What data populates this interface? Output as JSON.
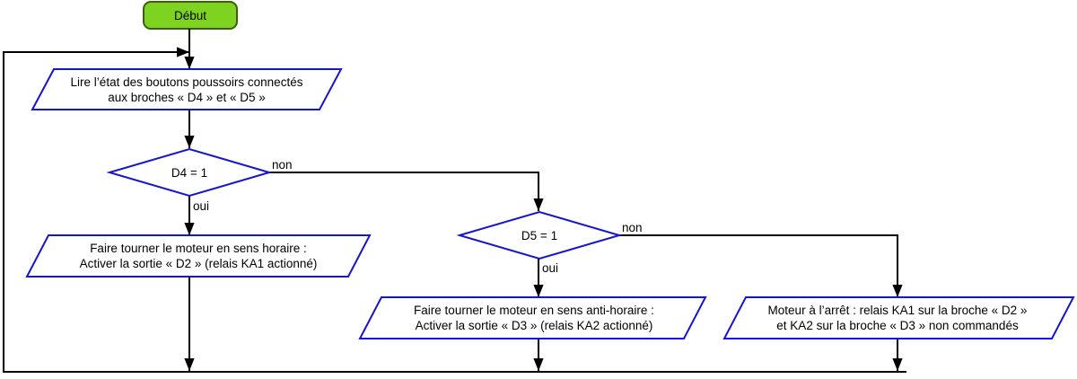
{
  "flowchart": {
    "start_label": "Début",
    "read_buttons": {
      "line1": "Lire l’état des boutons poussoirs connectés",
      "line2": "aux  broches « D4 » et « D5 »"
    },
    "decision_d4": "D4 = 1",
    "decision_d5": "D5 = 1",
    "yes_label": "oui",
    "no_label": "non",
    "clockwise": {
      "line1": "Faire tourner le moteur en sens horaire :",
      "line2": "Activer la sortie « D2 » (relais KA1 actionné)"
    },
    "counter_clockwise": {
      "line1": "Faire tourner le moteur en sens anti-horaire :",
      "line2": "Activer la sortie « D3 » (relais KA2 actionné)"
    },
    "stop": {
      "line1": "Moteur à l’arrêt : relais KA1 sur la broche « D2 »",
      "line2": "et KA2  sur la broche « D3 » non commandés"
    },
    "colors": {
      "shape_stroke": "#1515d0",
      "start_fill": "#7ed321",
      "start_stroke": "#3a5f0b",
      "connector": "#000000"
    }
  }
}
